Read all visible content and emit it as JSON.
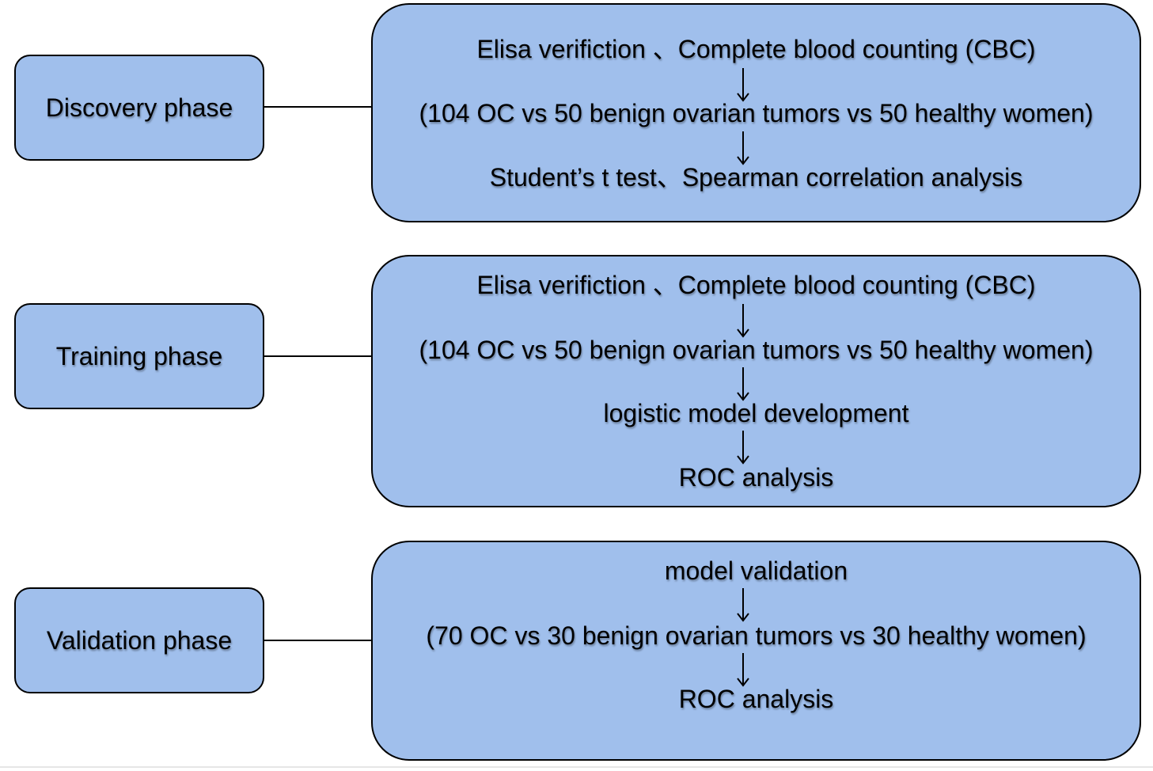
{
  "colors": {
    "box_fill": "#a0bfec",
    "border": "#000000",
    "text": "#000000"
  },
  "phases": [
    {
      "label": "Discovery phase",
      "steps": [
        "Elisa verifiction 、Complete blood counting (CBC)",
        "(104 OC vs 50 benign ovarian tumors vs 50 healthy women)",
        "Student’s t test、Spearman correlation analysis"
      ]
    },
    {
      "label": "Training phase",
      "steps": [
        "Elisa verifiction 、Complete blood counting (CBC)",
        "(104 OC vs 50 benign ovarian tumors vs 50 healthy women)",
        "logistic model development",
        "ROC analysis"
      ]
    },
    {
      "label": "Validation phase",
      "steps": [
        "model validation",
        "(70 OC vs 30 benign ovarian tumors vs 30 healthy women)",
        "ROC analysis"
      ]
    }
  ],
  "arrow_icon": "arrow-down-icon"
}
